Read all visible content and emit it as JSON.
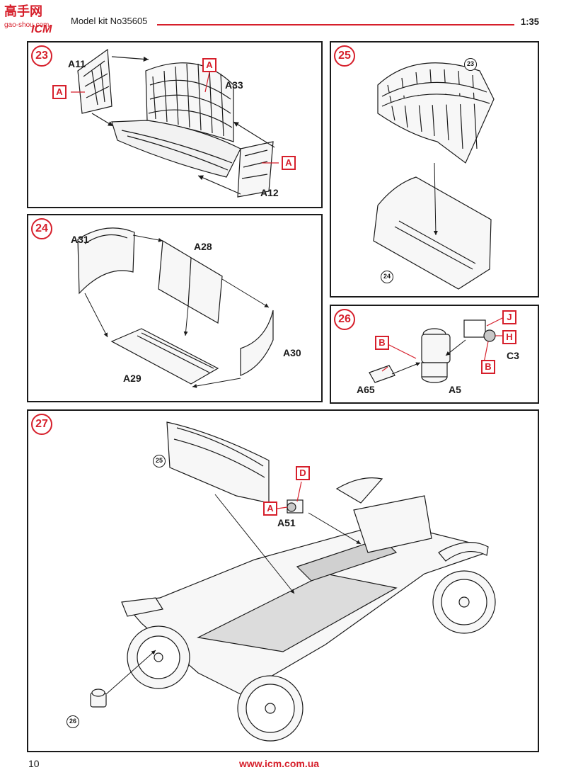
{
  "header": {
    "logo_text": "ICM",
    "watermark_cn": "高手网",
    "watermark_url": "gao-shou.com",
    "title": "Model kit No35605",
    "scale": "1:35"
  },
  "steps": {
    "s23": {
      "number": "23",
      "parts": [
        "A11",
        "A33",
        "A12"
      ],
      "paint": [
        "A",
        "A",
        "A"
      ]
    },
    "s24": {
      "number": "24",
      "parts": [
        "A31",
        "A28",
        "A30",
        "A29"
      ]
    },
    "s25": {
      "number": "25",
      "refs": [
        "23",
        "24"
      ]
    },
    "s26": {
      "number": "26",
      "parts": [
        "A65",
        "A5",
        "C3"
      ],
      "paint": [
        "B",
        "J",
        "H",
        "B"
      ]
    },
    "s27": {
      "number": "27",
      "parts": [
        "A51"
      ],
      "paint": [
        "D",
        "A"
      ],
      "refs": [
        "25",
        "26"
      ]
    }
  },
  "footer": {
    "page": "10",
    "website": "www.icm.com.ua"
  },
  "colors": {
    "accent": "#d61f2b",
    "ink": "#1a1a1a"
  }
}
